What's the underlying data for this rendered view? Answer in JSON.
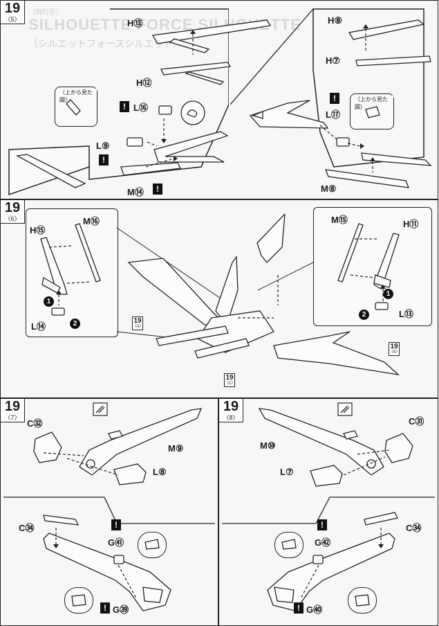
{
  "steps": [
    {
      "id": "s5",
      "number": "19",
      "sub": "〈5〉"
    },
    {
      "id": "s6",
      "number": "19",
      "sub": "〈6〉"
    },
    {
      "id": "s7",
      "number": "19",
      "sub": "〈7〉"
    },
    {
      "id": "s8",
      "number": "19",
      "sub": "〈8〉"
    }
  ],
  "background_text": {
    "banner": "SILHOUETTE FORCE SILHOUETTE",
    "banner_sub": "（シルエットフォースシルエット）",
    "flight_mode": "（飛行形）"
  },
  "callouts": {
    "top_view_left": "（上から見た図）",
    "top_view_right": "（上から見た図）"
  },
  "labels": {
    "s5": {
      "h13": "H⑬",
      "h12": "H⑫",
      "l16": "L⑯",
      "l9": "L⑨",
      "m14": "M⑭",
      "h8": "H⑧",
      "h7": "H⑦",
      "l17": "L⑰",
      "m8": "M⑧"
    },
    "s6": {
      "h15": "H⑮",
      "m16": "M⑯",
      "l14": "L⑭",
      "m15": "M⑮",
      "h11": "H⑪",
      "l13": "L⑬"
    },
    "s7": {
      "c32": "C㉜",
      "m9": "M⑨",
      "l8": "L⑧",
      "c34": "C㉞",
      "g41": "G㊶",
      "g39": "G㊴"
    },
    "s8": {
      "m10": "M⑩",
      "c31": "C㉛",
      "l7": "L⑦",
      "c34": "C㉞",
      "g42": "G㊷",
      "g40": "G㊵"
    }
  },
  "refs": {
    "ref_a": {
      "num": "19",
      "sub": "〈4〉"
    },
    "ref_b": {
      "num": "19",
      "sub": "〈5〉"
    },
    "ref_c": {
      "num": "19",
      "sub": "〈2〉"
    }
  },
  "seq_markers": {
    "one": "1",
    "two": "2"
  },
  "warning_symbol": "!"
}
